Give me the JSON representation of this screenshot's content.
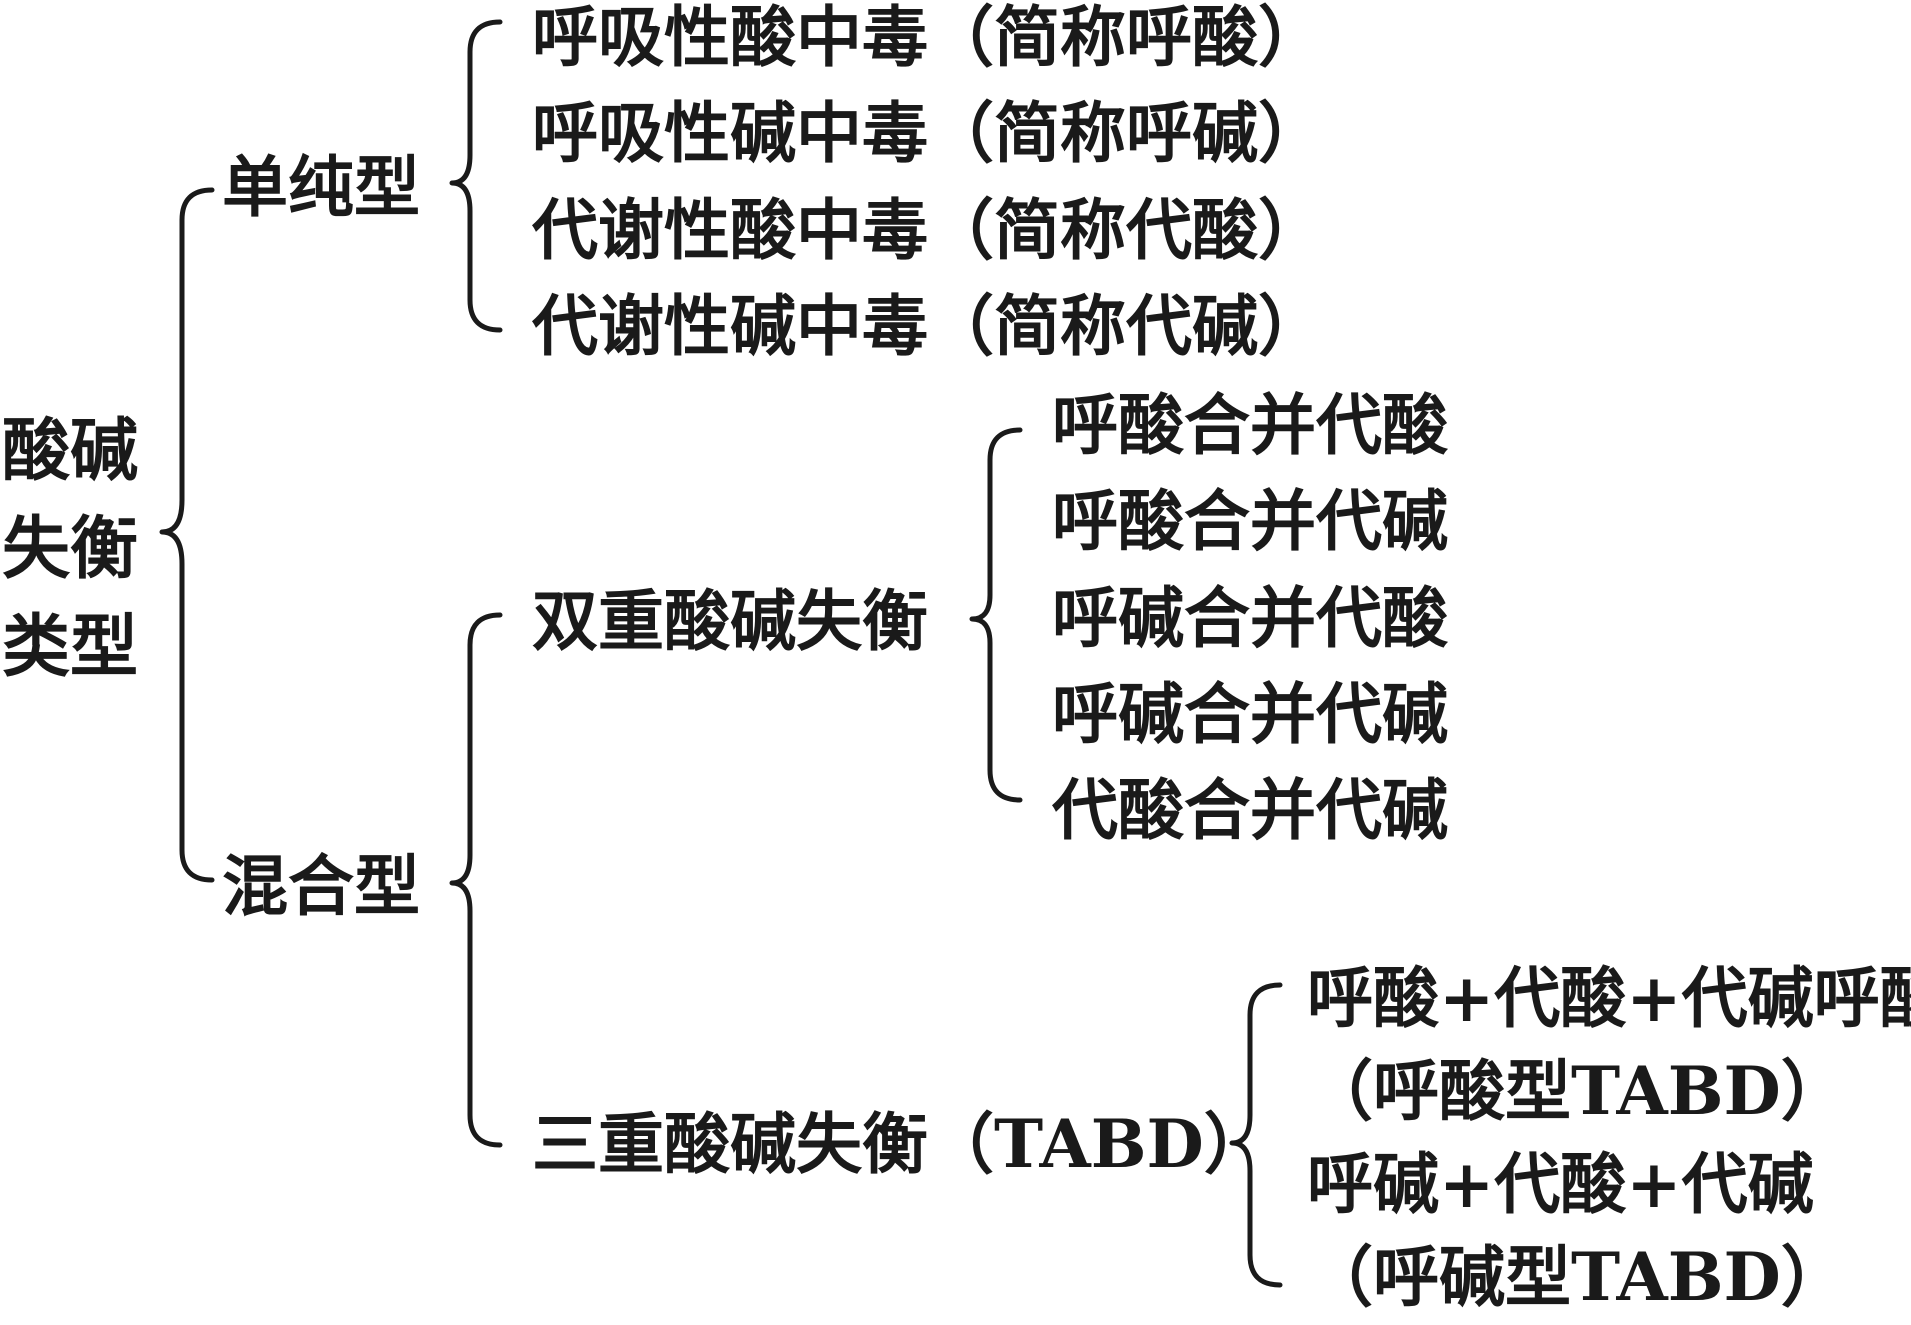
{
  "root": {
    "line1": "酸碱",
    "line2": "失衡",
    "line3": "类型"
  },
  "simple": {
    "label": "单纯型",
    "items": [
      "呼吸性酸中毒（简称呼酸）",
      "呼吸性碱中毒（简称呼碱）",
      "代谢性酸中毒（简称代酸）",
      "代谢性碱中毒（简称代碱）"
    ]
  },
  "mixed": {
    "label": "混合型",
    "double": {
      "label": "双重酸碱失衡",
      "items": [
        "呼酸合并代酸",
        "呼酸合并代碱",
        "呼碱合并代酸",
        "呼碱合并代碱",
        "代酸合并代碱"
      ]
    },
    "triple": {
      "label": "三重酸碱失衡（TABD）",
      "items": [
        {
          "line1": "呼酸+代酸+代碱呼酸",
          "line2": "（呼酸型TABD）"
        },
        {
          "line1": "呼碱+代酸+代碱",
          "line2": "（呼碱型TABD）"
        }
      ]
    }
  }
}
